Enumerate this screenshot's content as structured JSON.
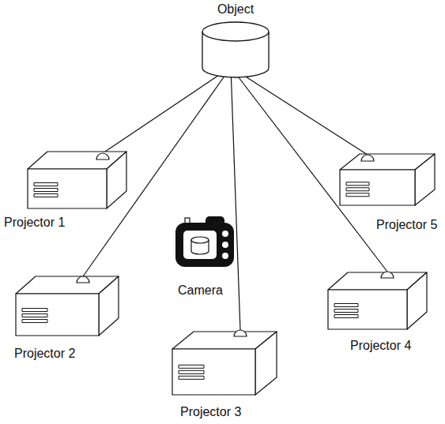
{
  "diagram": {
    "nodes": [
      {
        "text": [
          "Object"
        ]
      },
      {
        "text": [
          "Projector 1"
        ]
      },
      {
        "text": [
          "Projector 2"
        ]
      },
      {
        "text": [
          "Projector 3"
        ]
      },
      {
        "text": [
          "Projector 4"
        ]
      },
      {
        "text": [
          "Projector 5"
        ]
      },
      {
        "text": [
          "Camera"
        ]
      }
    ],
    "edges": [
      {
        "from": 0,
        "to": 1,
        "arrow": "none"
      },
      {
        "from": 0,
        "to": 2,
        "arrow": "none"
      },
      {
        "from": 0,
        "to": 3,
        "arrow": "none"
      },
      {
        "from": 0,
        "to": 4,
        "arrow": "none"
      },
      {
        "from": 0,
        "to": 5,
        "arrow": "none"
      }
    ]
  }
}
